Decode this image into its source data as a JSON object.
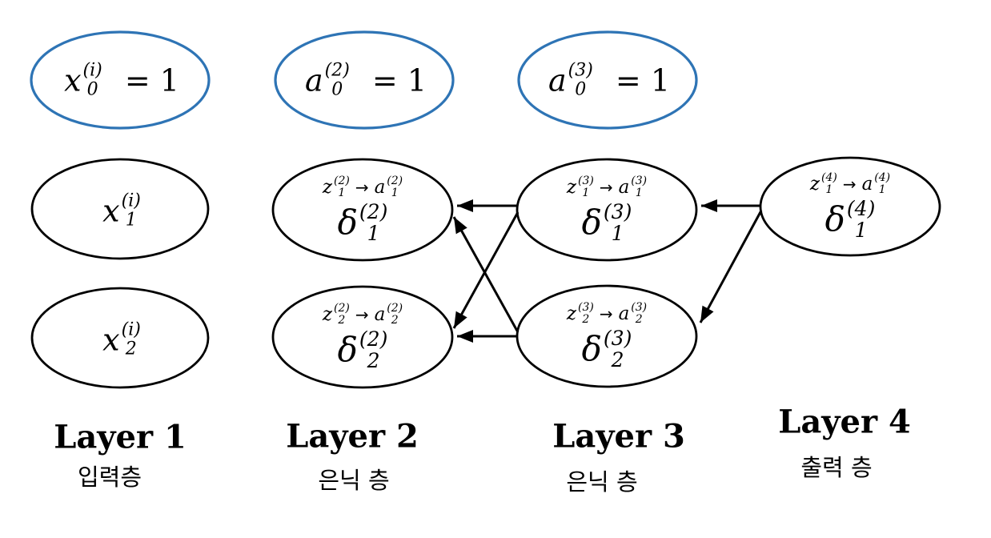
{
  "symbols": {
    "maps_to": "→"
  },
  "colors": {
    "bias_stroke": "#2E74B5",
    "node_stroke": "#000000",
    "arrow": "#000000"
  },
  "nodes": {
    "x0": {
      "base": "x",
      "sup": "(i)",
      "sub": "0",
      "eq": "= 1"
    },
    "x1": {
      "base": "x",
      "sup": "(i)",
      "sub": "1"
    },
    "x2": {
      "base": "x",
      "sup": "(i)",
      "sub": "2"
    },
    "a02": {
      "base": "a",
      "sup": "(2)",
      "sub": "0",
      "eq": "= 1"
    },
    "a03": {
      "base": "a",
      "sup": "(3)",
      "sub": "0",
      "eq": "= 1"
    },
    "h21": {
      "z": {
        "base": "z",
        "sup": "(2)",
        "sub": "1"
      },
      "a": {
        "base": "a",
        "sup": "(2)",
        "sub": "1"
      },
      "d": {
        "base": "δ",
        "sup": "(2)",
        "sub": "1"
      }
    },
    "h22": {
      "z": {
        "base": "z",
        "sup": "(2)",
        "sub": "2"
      },
      "a": {
        "base": "a",
        "sup": "(2)",
        "sub": "2"
      },
      "d": {
        "base": "δ",
        "sup": "(2)",
        "sub": "2"
      }
    },
    "h31": {
      "z": {
        "base": "z",
        "sup": "(3)",
        "sub": "1"
      },
      "a": {
        "base": "a",
        "sup": "(3)",
        "sub": "1"
      },
      "d": {
        "base": "δ",
        "sup": "(3)",
        "sub": "1"
      }
    },
    "h32": {
      "z": {
        "base": "z",
        "sup": "(3)",
        "sub": "2"
      },
      "a": {
        "base": "a",
        "sup": "(3)",
        "sub": "2"
      },
      "d": {
        "base": "δ",
        "sup": "(3)",
        "sub": "2"
      }
    },
    "o41": {
      "z": {
        "base": "z",
        "sup": "(4)",
        "sub": "1"
      },
      "a": {
        "base": "a",
        "sup": "(4)",
        "sub": "1"
      },
      "d": {
        "base": "δ",
        "sup": "(4)",
        "sub": "1"
      }
    }
  },
  "labels": {
    "layer1": {
      "en": "Layer 1",
      "ko": "입력층"
    },
    "layer2": {
      "en": "Layer 2",
      "ko": "은닉 층"
    },
    "layer3": {
      "en": "Layer 3",
      "ko": "은닉 층"
    },
    "layer4": {
      "en": "Layer 4",
      "ko": "출력 층"
    }
  }
}
